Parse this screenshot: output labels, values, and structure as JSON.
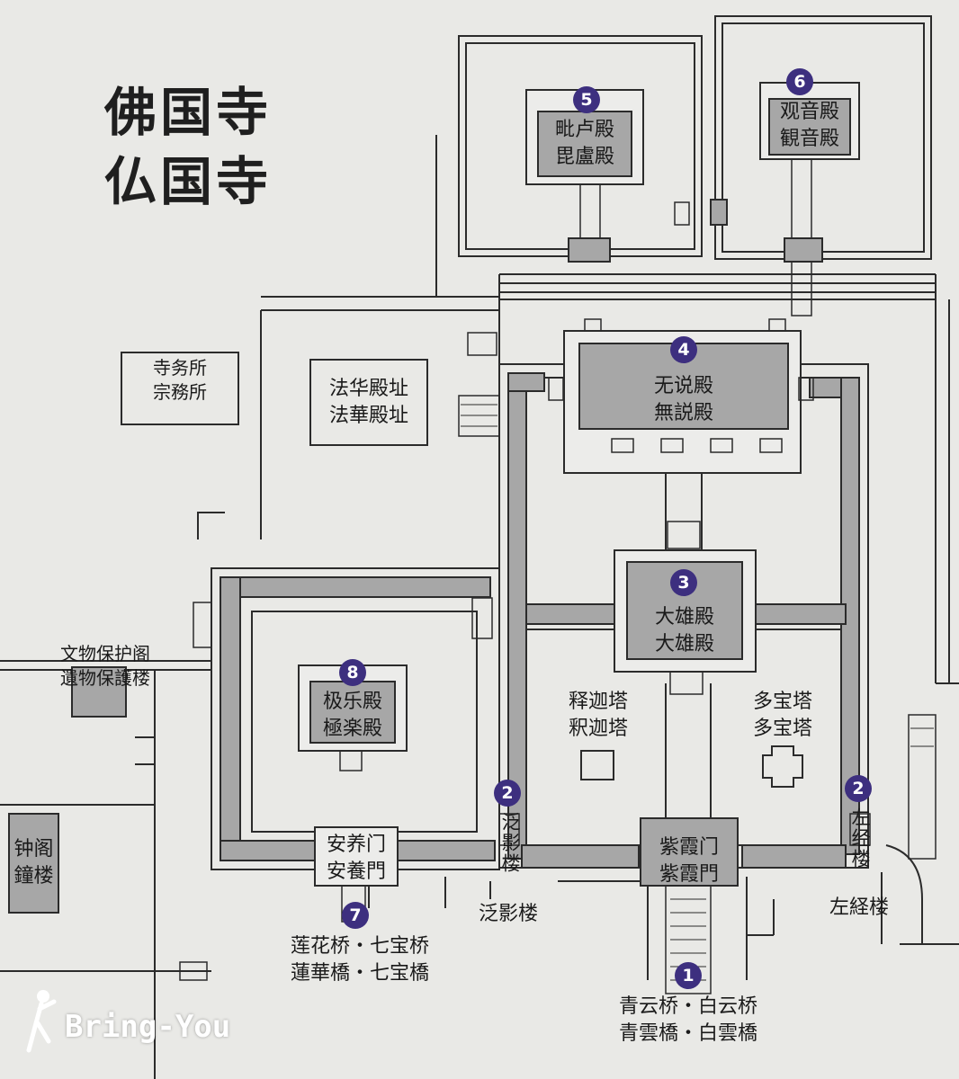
{
  "title": {
    "line1": "佛国寺",
    "line2": "仏国寺"
  },
  "colors": {
    "wall_fill": "#a7a7a7",
    "line": "#2b2b2b",
    "badge": "#3d2f7f",
    "background": "#e9e9e6"
  },
  "places": {
    "p1": {
      "number": "1",
      "name_cn": "青云桥・白云桥",
      "name_jp": "青雲橋・白雲橋"
    },
    "p2l": {
      "number": "2",
      "name_vertical": "泛影楼",
      "name_jp": "泛影楼"
    },
    "p2r": {
      "number": "2",
      "name_vertical": "左经楼",
      "name_jp": "左経楼"
    },
    "p3": {
      "number": "3",
      "name_cn": "大雄殿",
      "name_jp": "大雄殿"
    },
    "p4": {
      "number": "4",
      "name_cn": "无说殿",
      "name_jp": "無説殿"
    },
    "p5": {
      "number": "5",
      "name_cn": "毗卢殿",
      "name_jp": "毘盧殿"
    },
    "p6": {
      "number": "6",
      "name_cn": "观音殿",
      "name_jp": "観音殿"
    },
    "p7": {
      "number": "7",
      "name_cn": "莲花桥・七宝桥",
      "name_jp": "蓮華橋・七宝橋"
    },
    "p8": {
      "number": "8",
      "name_cn": "极乐殿",
      "name_jp": "極楽殿"
    },
    "gate_anyang": {
      "name_cn": "安养门",
      "name_jp": "安養門"
    },
    "gate_zixia": {
      "name_cn": "紫霞门",
      "name_jp": "紫霞門"
    },
    "sakya_pagoda": {
      "name_cn": "释迦塔",
      "name_jp": "釈迦塔"
    },
    "dabo_pagoda": {
      "name_cn": "多宝塔",
      "name_jp": "多宝塔"
    },
    "beophwa_site": {
      "name_cn": "法华殿址",
      "name_jp": "法華殿址"
    },
    "temple_office": {
      "name_cn": "寺务所",
      "name_jp": "宗務所"
    },
    "relic_pavilion": {
      "name_cn": "文物保护阁",
      "name_jp": "遺物保護楼"
    },
    "bell_pavilion": {
      "name_cn": "钟阁",
      "name_jp": "鐘楼"
    }
  },
  "watermark": "Bring-You"
}
